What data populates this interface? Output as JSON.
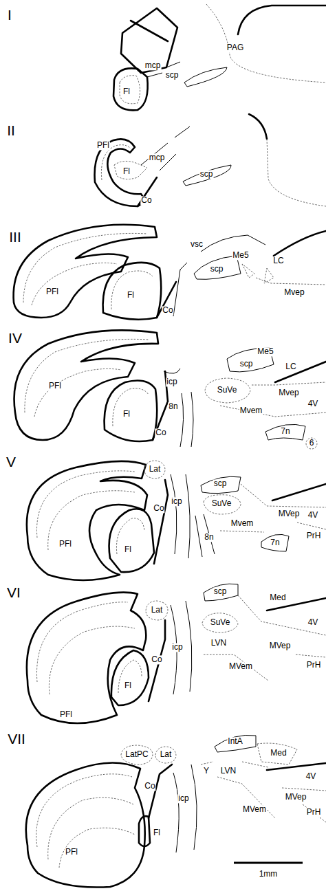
{
  "diagram": {
    "labels": [
      "I",
      "PAG",
      "scp",
      "mcp",
      "Fl",
      "II",
      "PFl",
      "mcp",
      "scp",
      "Fl",
      "Co",
      "III",
      "vsc",
      "Me5",
      "LC",
      "scp",
      "Mvep",
      "PFl",
      "Fl",
      "Co",
      "IV",
      "Me5",
      "scp",
      "LC",
      "icp",
      "SuVe",
      "Mvep",
      "4V",
      "PFl",
      "8n",
      "Mvem",
      "7n",
      "6",
      "Fl",
      "Co",
      "V",
      "Lat",
      "scp",
      "SuVe",
      "icp",
      "MVep",
      "4V",
      "Mvem",
      "PrH",
      "PFl",
      "Co",
      "8n",
      "7n",
      "Fl",
      "VI",
      "scp",
      "Med",
      "Lat",
      "SuVe",
      "4V",
      "icp",
      "LVN",
      "MVep",
      "MVem",
      "PrH",
      "Co",
      "Fl",
      "PFl",
      "VII",
      "IntA",
      "LatPC",
      "Lat",
      "Med",
      "Y",
      "LVN",
      "4V",
      "Co",
      "icp",
      "MVep",
      "MVem",
      "PrH",
      "Fl",
      "PFl",
      "1mm"
    ]
  }
}
